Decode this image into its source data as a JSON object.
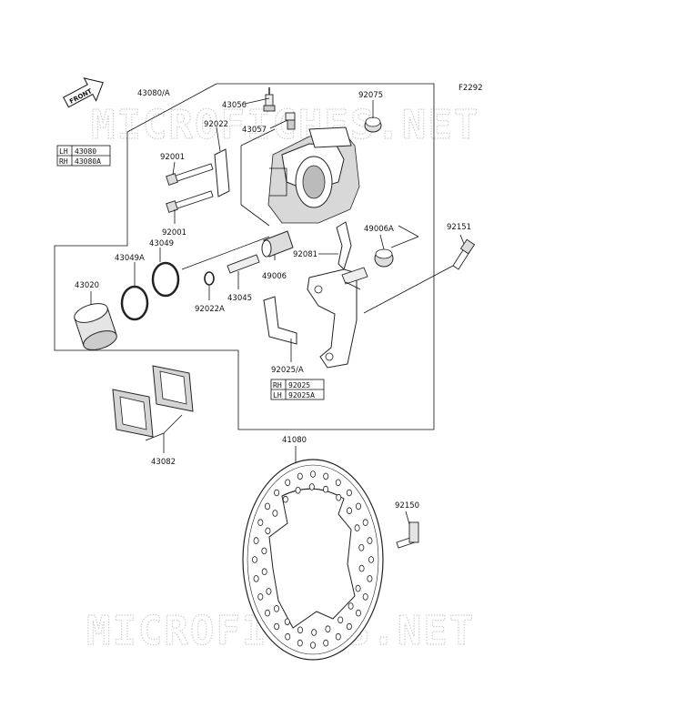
{
  "figure_code": "F2292",
  "front_marker": "FRONT",
  "watermark": "MICROFICHES.NET",
  "labels": {
    "p43080A": "43080/A",
    "p43056": "43056",
    "p92075": "92075",
    "p43057": "43057",
    "p92022": "92022",
    "p92001a": "92001",
    "p92001b": "92001",
    "p43049": "43049",
    "p43049A": "43049A",
    "p43020": "43020",
    "p49006A": "49006A",
    "p92081": "92081",
    "p49006": "49006",
    "p43045": "43045",
    "p92022A": "92022A",
    "p92151": "92151",
    "p92025A": "92025/A",
    "p43082": "43082",
    "p41080": "41080",
    "p92150": "92150"
  },
  "caliper_table": [
    {
      "side": "LH",
      "part": "43080"
    },
    {
      "side": "RH",
      "part": "43080A"
    }
  ],
  "bracket_table": [
    {
      "side": "RH",
      "part": "92025"
    },
    {
      "side": "LH",
      "part": "92025A"
    }
  ]
}
